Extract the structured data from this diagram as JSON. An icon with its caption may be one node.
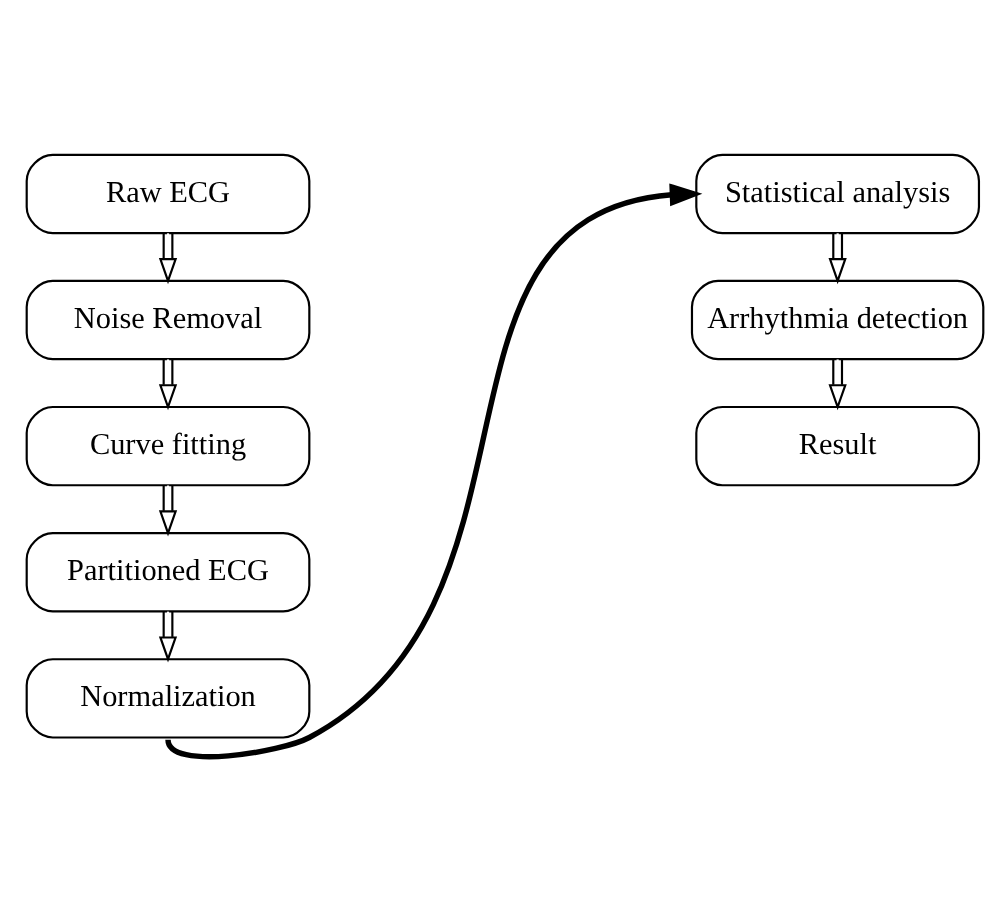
{
  "diagram": {
    "nodes": [
      {
        "text": [
          "Raw ECG"
        ]
      },
      {
        "text": [
          "Noise Removal"
        ]
      },
      {
        "text": [
          "Curve fitting"
        ]
      },
      {
        "text": [
          "Partitioned ECG"
        ]
      },
      {
        "text": [
          "Normalization"
        ]
      },
      {
        "text": [
          "Statistical analysis"
        ]
      },
      {
        "text": [
          "Arrhythmia detection"
        ]
      },
      {
        "text": [
          "Result"
        ]
      }
    ],
    "edges": [
      {
        "from": 0,
        "to": 1,
        "arrow": "to"
      },
      {
        "from": 1,
        "to": 2,
        "arrow": "to"
      },
      {
        "from": 2,
        "to": 3,
        "arrow": "to"
      },
      {
        "from": 3,
        "to": 4,
        "arrow": "to"
      },
      {
        "from": 4,
        "to": 5,
        "arrow": "to",
        "style": "thick"
      },
      {
        "from": 5,
        "to": 6,
        "arrow": "to"
      },
      {
        "from": 6,
        "to": 7,
        "arrow": "to"
      }
    ]
  }
}
